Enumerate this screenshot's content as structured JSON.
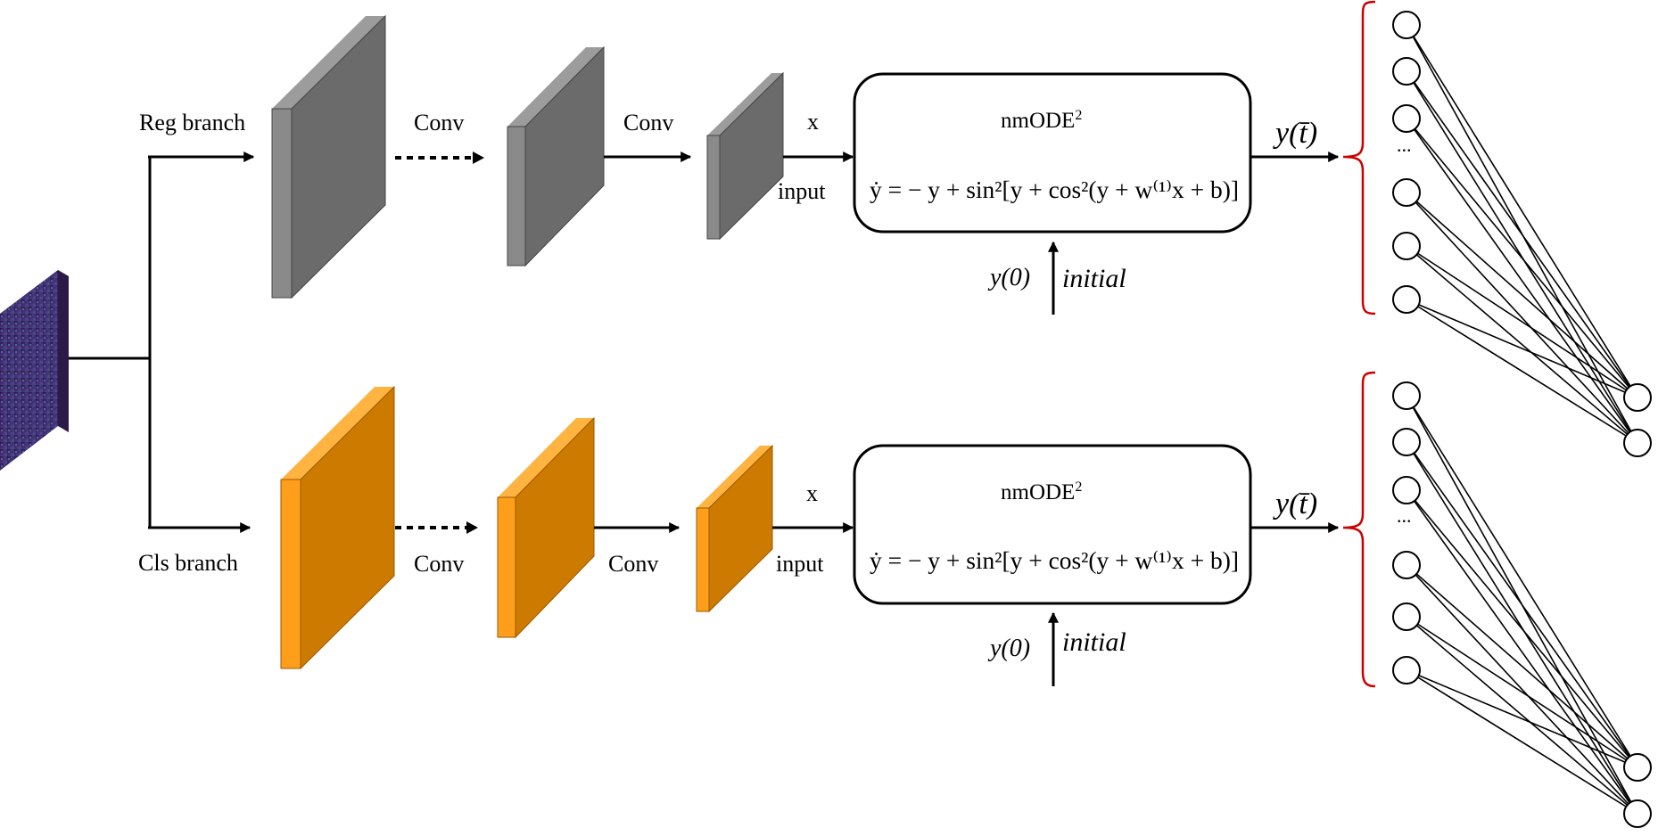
{
  "branches": [
    {
      "id": "reg",
      "branch_label": "Reg branch",
      "conv_label_1": "Conv",
      "conv_label_2": "Conv",
      "x_label": "x",
      "input_label": "input",
      "ode_title": "nmODE",
      "ode_title_sup": "2",
      "equation": "ẏ = − y + sin²[y + cos²(y + w⁽¹⁾x + b)]",
      "init_value": "y(0)",
      "init_label": "initial",
      "output_label": "y(t̄)",
      "ellipsis": "...",
      "colors": {
        "front": "#6b6b6b",
        "side": "#8a8a8a",
        "top": "#9c9c9c"
      }
    },
    {
      "id": "cls",
      "branch_label": "Cls branch",
      "conv_label_1": "Conv",
      "conv_label_2": "Conv",
      "x_label": "x",
      "input_label": "input",
      "ode_title": "nmODE",
      "ode_title_sup": "2",
      "equation": "ẏ = − y + sin²[y + cos²(y + w⁽¹⁾x + b)]",
      "init_value": "y(0)",
      "init_label": "initial",
      "output_label": "y(t̄)",
      "ellipsis": "...",
      "colors": {
        "front": "#cc7a00",
        "side": "#ff9e1a",
        "top": "#ffb340"
      }
    }
  ],
  "input_image": {
    "icon": "feature-map-image",
    "colors": [
      "#3b1f5c",
      "#4a2a7a",
      "#2f6f8a",
      "#3f9a7a"
    ]
  }
}
